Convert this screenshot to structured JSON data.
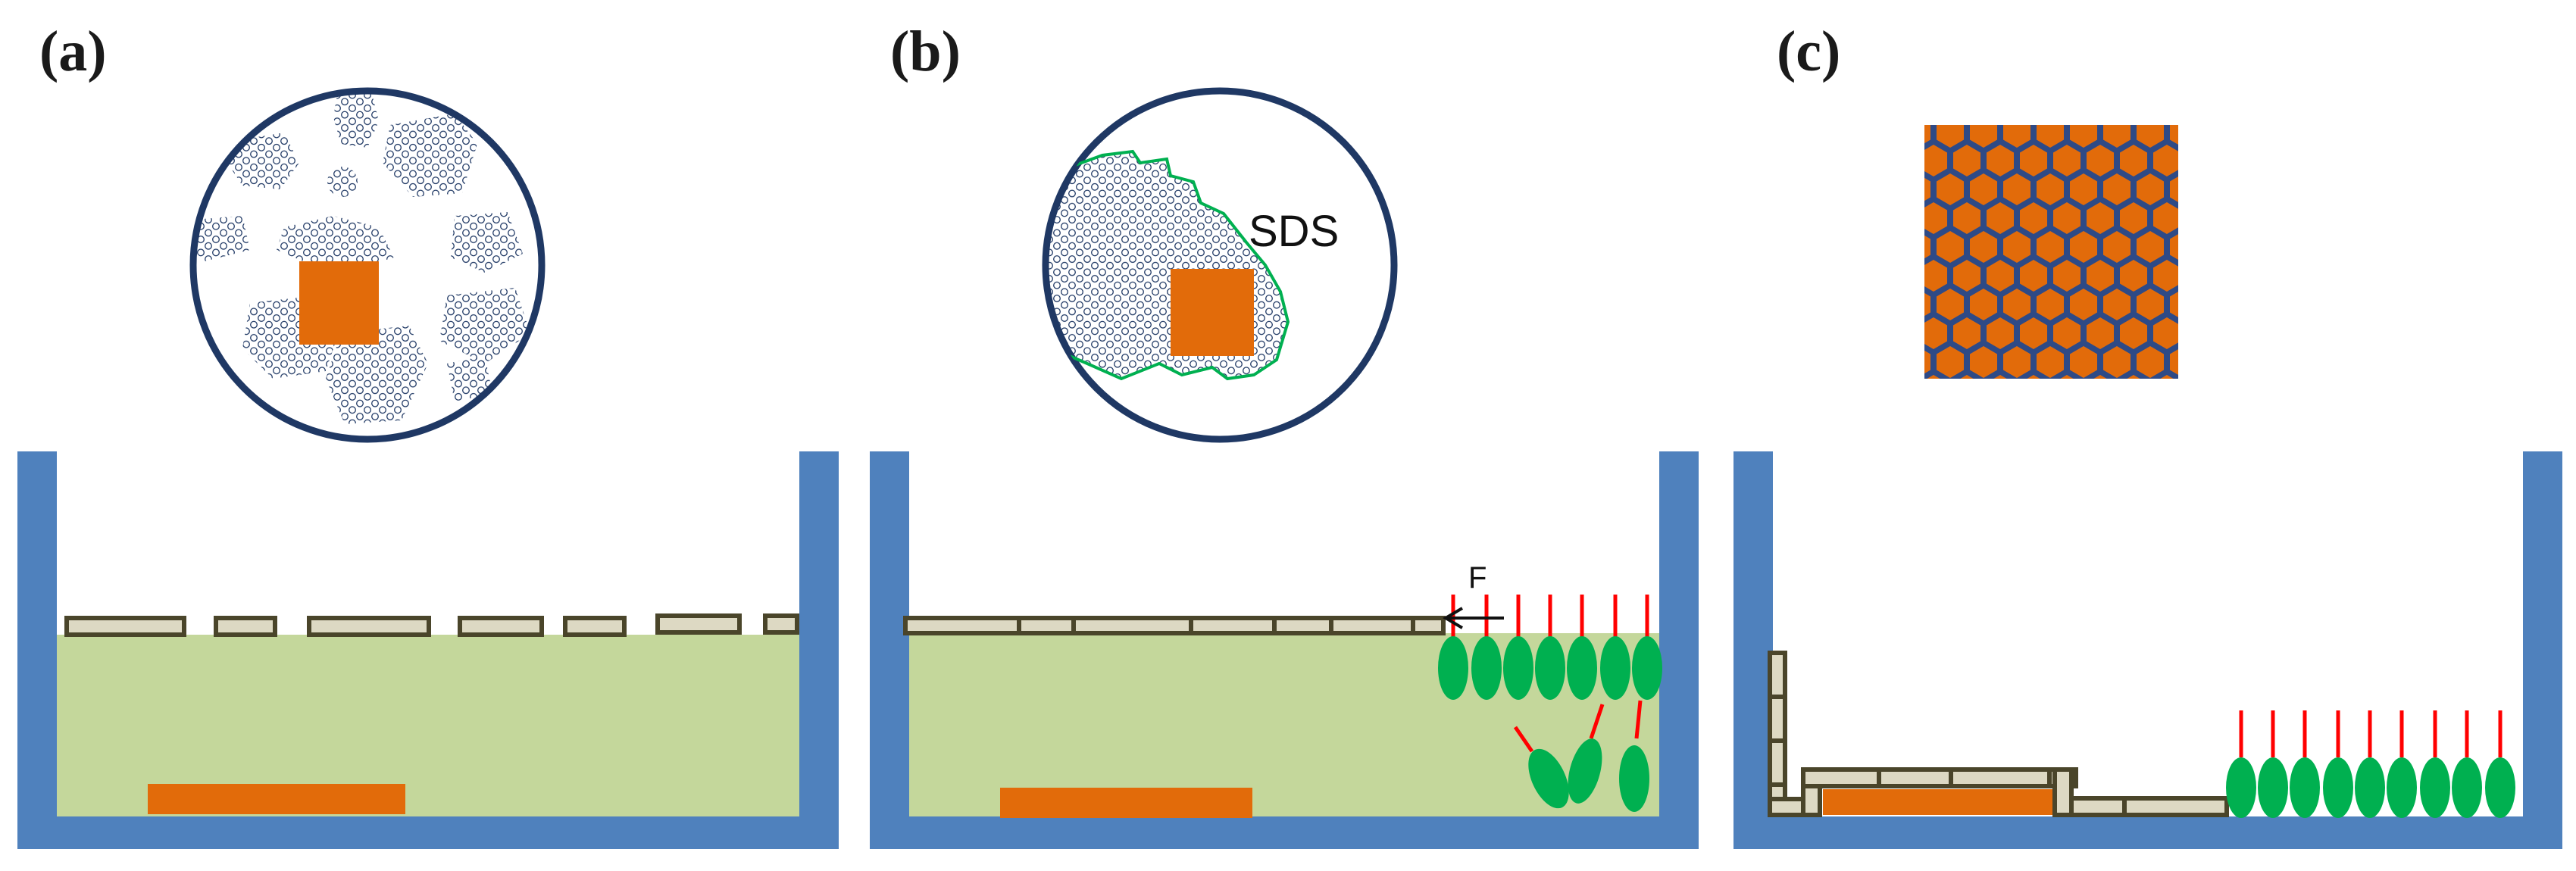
{
  "panels": [
    {
      "id": "a",
      "label": "(a)"
    },
    {
      "id": "b",
      "label": "(b)",
      "inset_text": "SDS",
      "force_text": "F"
    },
    {
      "id": "c",
      "label": "(c)"
    }
  ],
  "colors": {
    "trough_wall": "#4f81bd",
    "subphase": "#c4d79b",
    "substrate": "#e26b0a",
    "film_fill": "#ddd9c3",
    "film_edge": "#4a452a",
    "surfactant_head": "#00b050",
    "surfactant_tail": "#ff0000",
    "circle_border": "#1f3864",
    "sds_outline": "#00b050"
  }
}
